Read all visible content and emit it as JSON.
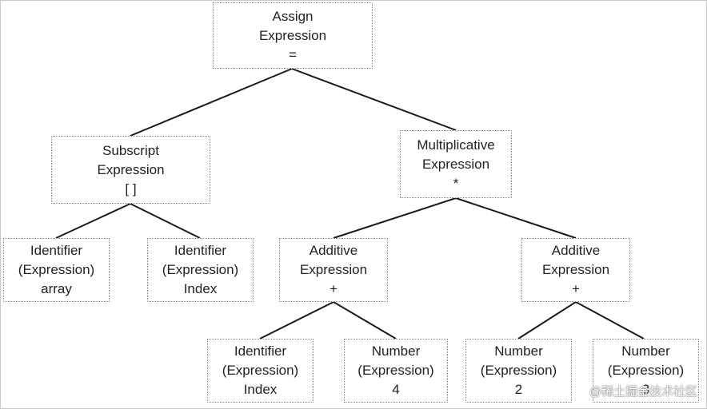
{
  "nodes": {
    "assign": {
      "lines": [
        "Assign",
        "Expression",
        "="
      ]
    },
    "subscript": {
      "lines": [
        "Subscript",
        "Expression",
        "[ ]"
      ]
    },
    "mult": {
      "lines": [
        "Multiplicative",
        "Expression",
        "*"
      ]
    },
    "id_array": {
      "lines": [
        "Identifier",
        "(Expression)",
        "array"
      ]
    },
    "id_index1": {
      "lines": [
        "Identifier",
        "(Expression)",
        "Index"
      ]
    },
    "add1": {
      "lines": [
        "Additive",
        "Expression",
        "+"
      ]
    },
    "add2": {
      "lines": [
        "Additive",
        "Expression",
        "+"
      ]
    },
    "id_index2": {
      "lines": [
        "Identifier",
        "(Expression)",
        "Index"
      ]
    },
    "num4": {
      "lines": [
        "Number",
        "(Expression)",
        "4"
      ]
    },
    "num2": {
      "lines": [
        "Number",
        "(Expression)",
        "2"
      ]
    },
    "num3": {
      "lines": [
        "Number",
        "(Expression)",
        "3"
      ]
    }
  },
  "watermark": "@稀土掘金技术社区"
}
